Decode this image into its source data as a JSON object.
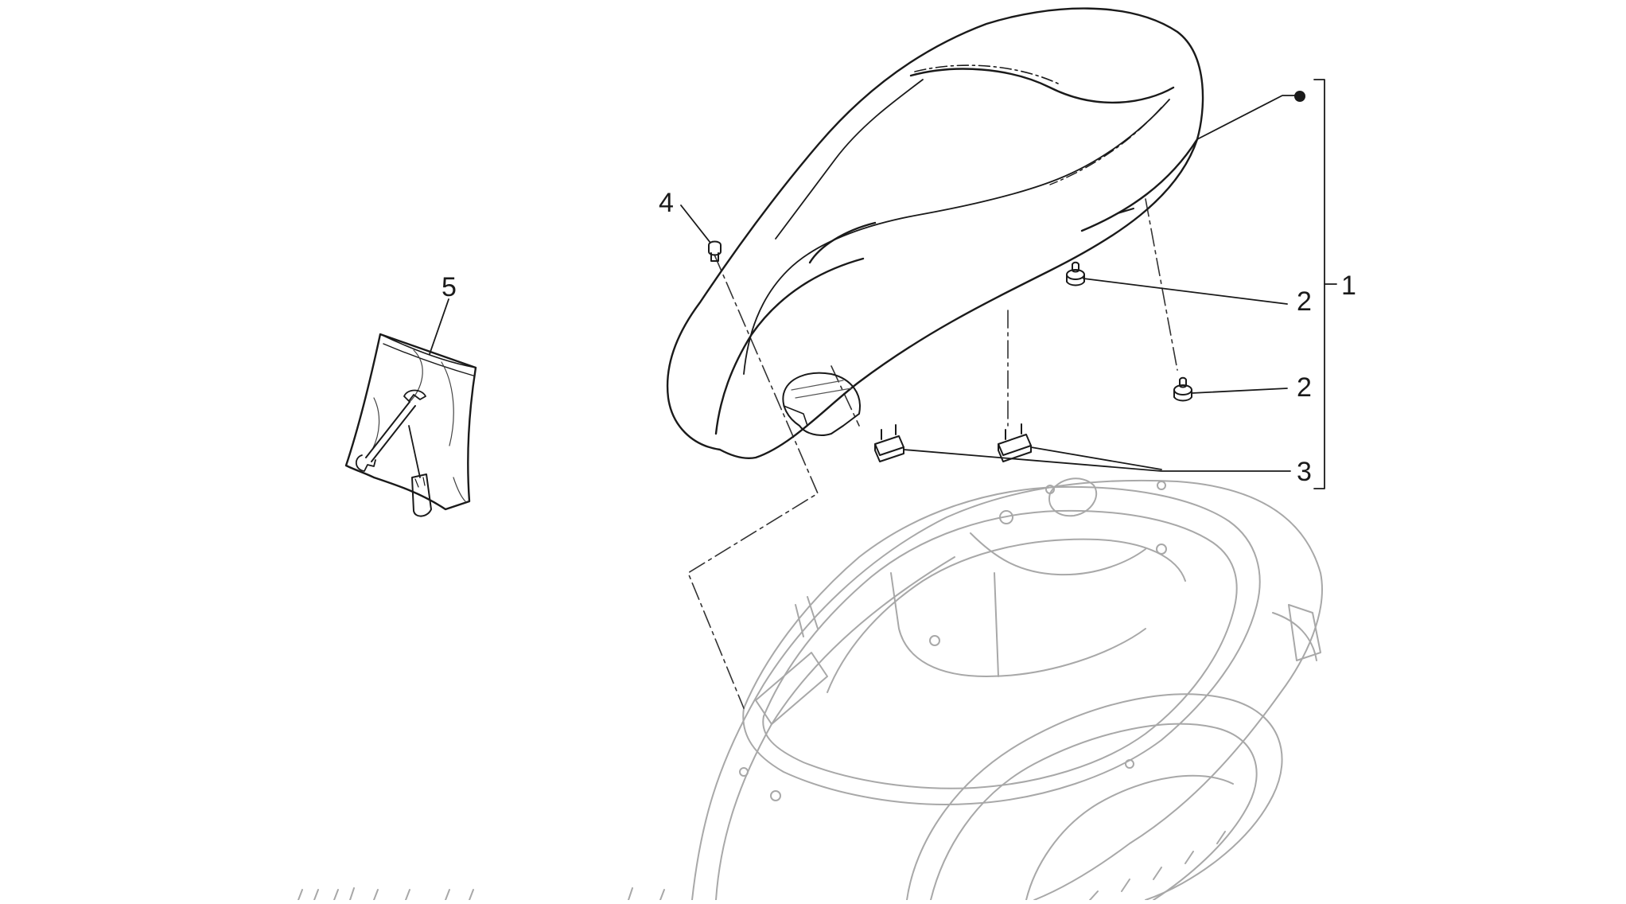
{
  "diagram": {
    "type": "exploded-parts-view",
    "line_color": "#1a1a1a",
    "ghost_line_color": "#9a9a9a",
    "background": "#ffffff",
    "callouts": [
      {
        "id": "c1",
        "label": "1"
      },
      {
        "id": "c2a",
        "label": "2"
      },
      {
        "id": "c2b",
        "label": "2"
      },
      {
        "id": "c3",
        "label": "3"
      },
      {
        "id": "c4",
        "label": "4"
      },
      {
        "id": "c5",
        "label": "5"
      }
    ],
    "parts": [
      {
        "id": "seat",
        "callout": "1"
      },
      {
        "id": "rubber-buffer-a",
        "callout": "2"
      },
      {
        "id": "rubber-buffer-b",
        "callout": "2"
      },
      {
        "id": "seat-hinge-pads",
        "callout": "3"
      },
      {
        "id": "screw",
        "callout": "4"
      },
      {
        "id": "tool-kit-bag",
        "callout": "5"
      },
      {
        "id": "body-frame",
        "callout": ""
      }
    ]
  }
}
